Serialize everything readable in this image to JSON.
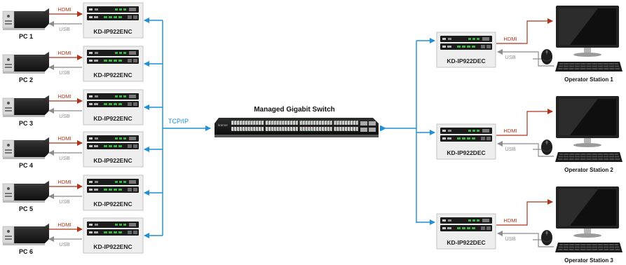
{
  "switch": {
    "title": "Managed Gigabit Switch",
    "brand": "kramer"
  },
  "tcp_label": "TCP/IP",
  "colors": {
    "hdmi": "#b0341a",
    "usb": "#8c8c8c",
    "network": "#1f8fd6",
    "box": "#eeeeee",
    "box_border": "#b8b8b8"
  },
  "sources": [
    {
      "pc": "PC 1",
      "encoder": "KD-IP922ENC",
      "hdmi": "HDMI",
      "usb": "USB"
    },
    {
      "pc": "PC 2",
      "encoder": "KD-IP922ENC",
      "hdmi": "HDMI",
      "usb": "USB"
    },
    {
      "pc": "PC 3",
      "encoder": "KD-IP922ENC",
      "hdmi": "HDMI",
      "usb": "USB"
    },
    {
      "pc": "PC 4",
      "encoder": "KD-IP922ENC",
      "hdmi": "HDMI",
      "usb": "USB"
    },
    {
      "pc": "PC 5",
      "encoder": "KD-IP922ENC",
      "hdmi": "HDMI",
      "usb": "USB"
    },
    {
      "pc": "PC 6",
      "encoder": "KD-IP922ENC",
      "hdmi": "HDMI",
      "usb": "USB"
    }
  ],
  "stations": [
    {
      "decoder": "KD-IP922DEC",
      "name": "Operator Station 1",
      "hdmi": "HDMI",
      "usb": "USB"
    },
    {
      "decoder": "KD-IP922DEC",
      "name": "Operator Station 2",
      "hdmi": "HDMI",
      "usb": "USB"
    },
    {
      "decoder": "KD-IP922DEC",
      "name": "Operator Station 3",
      "hdmi": "HDMI",
      "usb": "USB"
    }
  ]
}
